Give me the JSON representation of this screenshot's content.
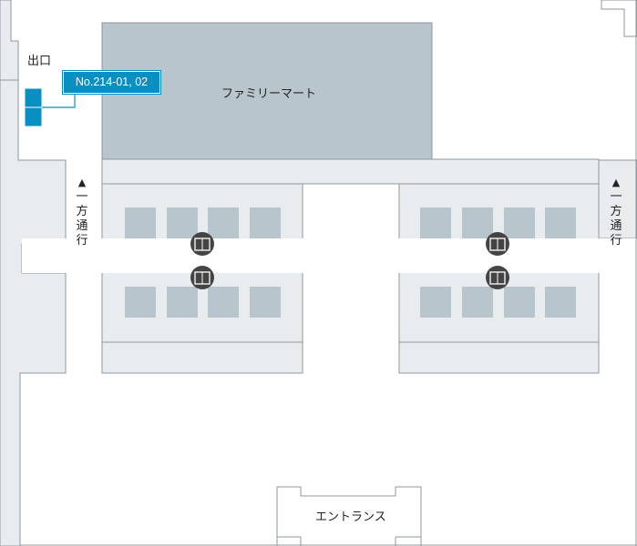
{
  "labels": {
    "exit": "出口",
    "store": "ファミリーマート",
    "entrance": "エントランス",
    "one_way_arrow": "▲",
    "one_way_chars": [
      "一",
      "方",
      "通",
      "行"
    ]
  },
  "marker": {
    "number": "No.214-01, 02",
    "color": "#0a8fc2"
  },
  "icons": {
    "elevator": "elevator-icon",
    "one_way": "triangle-up-icon"
  },
  "colors": {
    "wall": "#e9ecee",
    "wall_stroke": "#8f979d",
    "store_fill": "#b9c5cd",
    "space_fill": "#b9c5cd",
    "elevator_fill": "#444444",
    "marker_fill": "#0a8fc2"
  }
}
